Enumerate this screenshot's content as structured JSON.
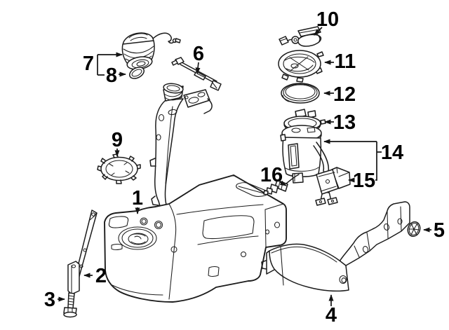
{
  "diagram": {
    "type": "exploded-parts-diagram",
    "subject": "fuel tank and fuel pump assembly line drawing",
    "colors": {
      "background": "#ffffff",
      "line": "#1c1c1c",
      "label": "#000000"
    }
  },
  "callouts": {
    "c1": "1",
    "c2": "2",
    "c3": "3",
    "c4": "4",
    "c5": "5",
    "c6": "6",
    "c7": "7",
    "c8": "8",
    "c9": "9",
    "c10": "10",
    "c11": "11",
    "c12": "12",
    "c13": "13",
    "c14": "14",
    "c15": "15",
    "c16": "16"
  }
}
